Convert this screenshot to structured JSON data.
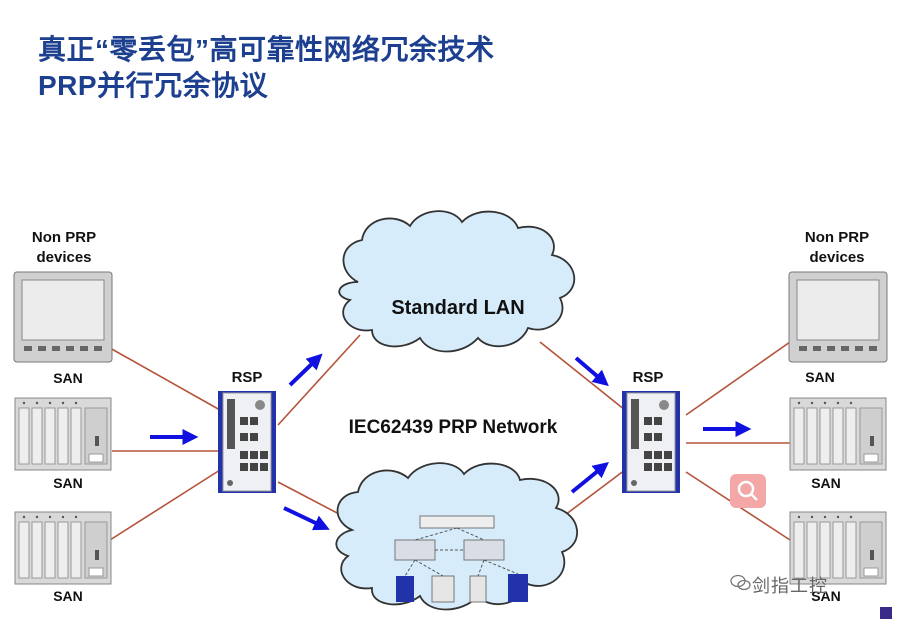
{
  "title": {
    "line1": "真正“零丢包”高可靠性网络冗余技术",
    "line2": "PRP并行冗余协议"
  },
  "labels": {
    "non_prp_left": [
      "Non PRP",
      "devices"
    ],
    "non_prp_right": [
      "Non PRP",
      "devices"
    ],
    "san": "SAN",
    "rsp": "RSP",
    "standard_lan": "Standard LAN",
    "network": "IEC62439 PRP Network"
  },
  "watermark": "剑指工控",
  "colors": {
    "title": "#1d3f8f",
    "link": "#b5533a",
    "arrow": "#1010e0",
    "rsp_frame": "#2233aa",
    "cloud_fill": "#d6ecfb",
    "cloud_stroke": "#333333"
  },
  "icons": [
    "monitor-icon",
    "san-rack-icon",
    "rsp-switch-icon",
    "cloud-icon",
    "search-icon",
    "wechat-icon"
  ]
}
